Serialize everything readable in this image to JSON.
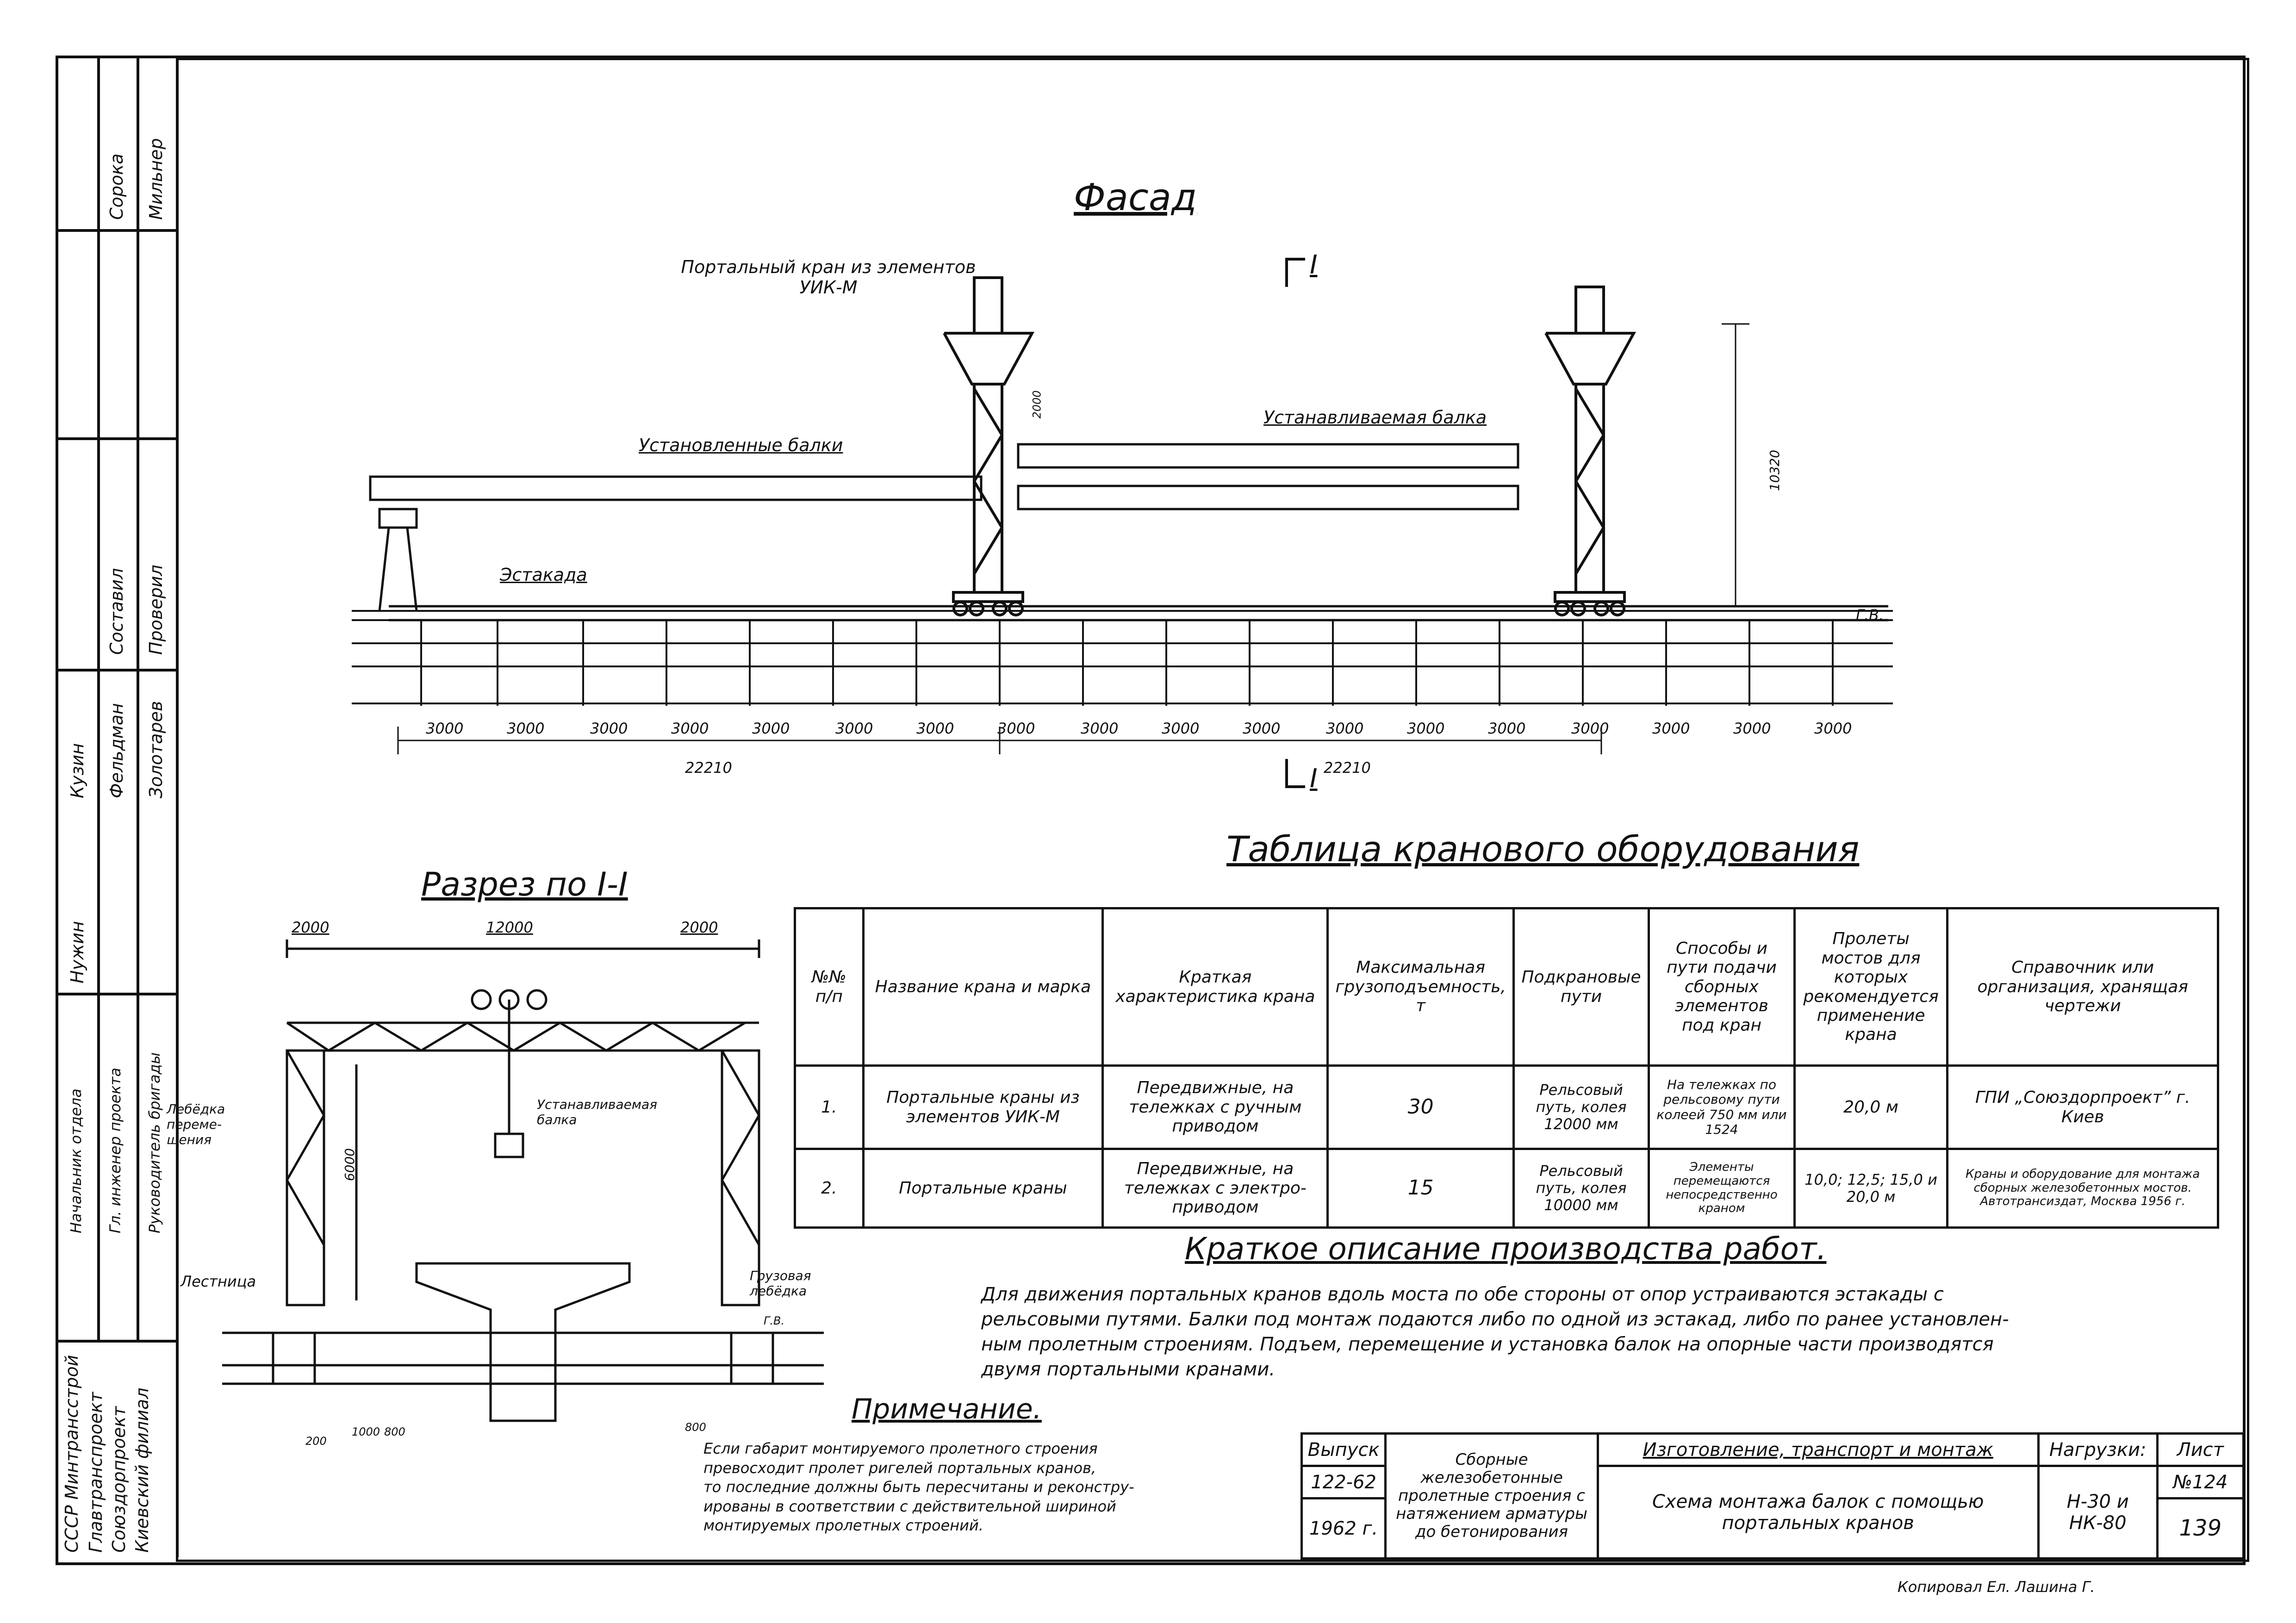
{
  "facade": {
    "title": "Фасад",
    "section_marker_top": "I",
    "section_marker_bottom": "I",
    "label_crane": "Портальный кран из элементов УИК-М",
    "label_installed_beams": "Установленные балки",
    "label_installed_beam": "Устанавливаемая балка",
    "label_estakada": "Эстакада",
    "label_gv": "Г.В.",
    "height_dim": "10320",
    "inner_dim": "2000",
    "spans": [
      "3000",
      "3000",
      "3000",
      "3000",
      "3000",
      "3000",
      "3000",
      "3000",
      "3000",
      "3000",
      "3000",
      "3000",
      "3000",
      "3000",
      "3000",
      "3000",
      "3000",
      "3000"
    ],
    "total_left": "22210",
    "total_right": "22210"
  },
  "section": {
    "title": "Разрез по I-I",
    "dim_left": "2000",
    "dim_mid": "12000",
    "dim_right": "2000",
    "dim_height": "6000",
    "label_winch_move": "Лебёдка переме-щения",
    "label_beam": "Устанавливаемая балка",
    "label_ladder": "Лестница",
    "label_cargo_winch": "Грузовая лебёдка",
    "label_gv": "Г.В.",
    "dims_bottom": [
      "200",
      "1000",
      "800",
      "800"
    ]
  },
  "crane_table": {
    "title": "Таблица кранового оборудования",
    "headers": [
      "№№ п/п",
      "Название крана и марка",
      "Краткая характеристика крана",
      "Максимальная грузоподъемность, т",
      "Подкрановые пути",
      "Способы и пути подачи сборных элементов под кран",
      "Пролеты мостов для которых рекомендуется применение крана",
      "Справочник или организация, хранящая чертежи"
    ],
    "rows": [
      [
        "1.",
        "Портальные краны из элементов УИК-М",
        "Передвижные, на тележках с ручным приводом",
        "30",
        "Рельсовый путь, колея 12000 мм",
        "На тележках по рельсовому пути колеей 750 мм или 1524",
        "20,0 м",
        "ГПИ „Союздорпроект” г. Киев"
      ],
      [
        "2.",
        "Портальные краны",
        "Передвижные, на тележках с электро-приводом",
        "15",
        "Рельсовый путь, колея 10000 мм",
        "Элементы перемещаются непосредственно краном",
        "10,0; 12,5; 15,0 и 20,0 м",
        "Краны и оборудование для монтажа сборных железобетонных мостов. Автотрансиздат, Москва 1956 г."
      ]
    ]
  },
  "description": {
    "title": "Краткое описание производства работ.",
    "lines": [
      "Для движения портальных кранов вдоль моста по обе стороны от опор устраиваются эстакады с",
      "рельсовыми путями. Балки под монтаж подаются либо по одной из эстакад, либо по ранее установлен-",
      "ным пролетным строениям. Подъем, перемещение и установка балок на опорные части производятся",
      "двумя портальными кранами."
    ]
  },
  "note": {
    "title": "Примечание.",
    "lines": [
      "Если габарит монтируемого пролетного строения",
      "превосходит пролет ригелей портальных кранов,",
      "то последние должны быть пересчитаны и реконстру-",
      "ированы в соответствии с действительной шириной",
      "монтируемых пролетных строений."
    ]
  },
  "stamp": {
    "issue_label": "Выпуск",
    "issue_value": "122-62",
    "year": "1962 г.",
    "series_text": "Сборные железобетонные пролетные строения с натяжением арматуры до бетонирования",
    "work_title": "Изготовление, транспорт и монтаж",
    "drawing_title": "Схема монтажа балок с помощью портальных кранов",
    "loads_label": "Нагрузки:",
    "loads_values": [
      "Н-30 и",
      "НК-80"
    ],
    "sheet_label": "Лист",
    "sheet_number": "№124",
    "page_number": "139",
    "copied_by": "Копировал Ел. Лашина Г."
  },
  "sidebar": {
    "org_lines": [
      "СССР Минтрансстрой",
      "Главтранспроект",
      "Союздорпроект",
      "Киевский филиал"
    ],
    "roles": [
      "Начальник отдела",
      "Гл. инженер проекта",
      "Руководитель бригады"
    ],
    "role_names": [
      "Кузин",
      "Фельдман",
      "Золотарев"
    ],
    "role_header": "Нужин",
    "checked_label": "Составил",
    "checked_value": "Проверил",
    "names_top": [
      "Сорока",
      "Мильнер"
    ]
  }
}
